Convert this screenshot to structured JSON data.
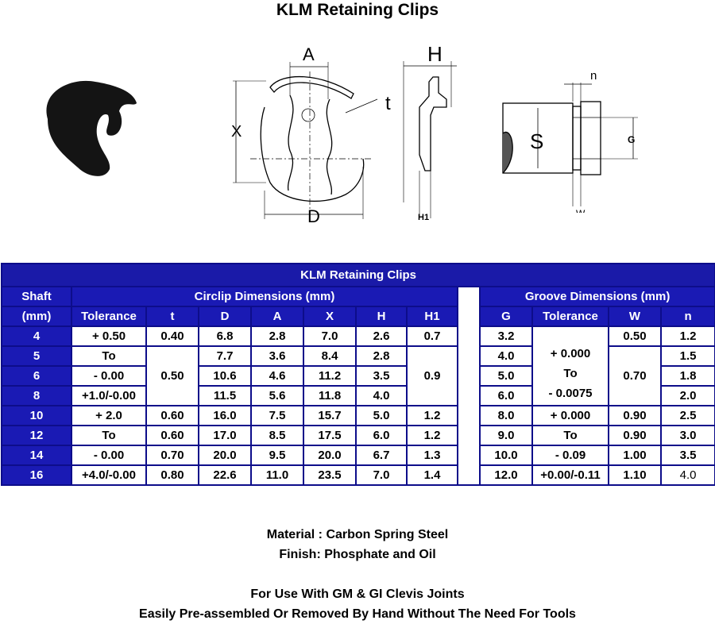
{
  "page_title": "KLM Retaining Clips",
  "diagram_labels": {
    "A": "A",
    "X": "X",
    "D": "D",
    "t": "t",
    "H": "H",
    "H1": "H1",
    "n": "n",
    "S": "S",
    "G": "G",
    "W": "W"
  },
  "table": {
    "banner": "KLM Retaining Clips",
    "shaft_header": [
      "Shaft",
      "(mm)"
    ],
    "circlip_header": "Circlip Dimensions (mm)",
    "groove_header": "Groove Dimensions (mm)",
    "columns": {
      "tolerance": "Tolerance",
      "t": "t",
      "D": "D",
      "A": "A",
      "X": "X",
      "H": "H",
      "H1": "H1",
      "G": "G",
      "groove_tolerance": "Tolerance",
      "W": "W",
      "n": "n"
    },
    "shaft": [
      "4",
      "5",
      "6",
      "8",
      "10",
      "12",
      "14",
      "16"
    ],
    "tolerance_a": [
      "+ 0.50",
      "To",
      "- 0.00",
      "+1.0/-0.00"
    ],
    "tolerance_b": [
      "+ 2.0",
      "To",
      "- 0.00",
      "+4.0/-0.00"
    ],
    "t_first": "0.40",
    "t_merged": "0.50",
    "t_rest": [
      "0.60",
      "0.60",
      "0.70",
      "0.80"
    ],
    "D": [
      "6.8",
      "7.7",
      "10.6",
      "11.5",
      "16.0",
      "17.0",
      "20.0",
      "22.6"
    ],
    "A": [
      "2.8",
      "3.6",
      "4.6",
      "5.6",
      "7.5",
      "8.5",
      "9.5",
      "11.0"
    ],
    "X": [
      "7.0",
      "8.4",
      "11.2",
      "11.8",
      "15.7",
      "17.5",
      "20.0",
      "23.5"
    ],
    "H": [
      "2.6",
      "2.8",
      "3.5",
      "4.0",
      "5.0",
      "6.0",
      "6.7",
      "7.0"
    ],
    "H1_first": "0.7",
    "H1_merged": "0.9",
    "H1_rest": [
      "1.2",
      "1.2",
      "1.3",
      "1.4"
    ],
    "G": [
      "3.2",
      "4.0",
      "5.0",
      "6.0",
      "8.0",
      "9.0",
      "10.0",
      "12.0"
    ],
    "groove_tol_a": [
      "+ 0.000",
      "To",
      "- 0.0075"
    ],
    "groove_tol_b": [
      "+ 0.000",
      "To",
      "- 0.09",
      "+0.00/-0.11"
    ],
    "W_first": "0.50",
    "W_merged": "0.70",
    "W_rest": [
      "0.90",
      "0.90",
      "1.00",
      "1.10"
    ],
    "n": [
      "1.2",
      "1.5",
      "1.8",
      "2.0",
      "2.5",
      "3.0",
      "3.5",
      "4.0"
    ]
  },
  "notes": {
    "material": "Material : Carbon Spring Steel",
    "finish": "Finish: Phosphate and Oil",
    "use": "For Use With GM & GI Clevis Joints",
    "assembly": "Easily Pre-assembled Or Removed By Hand Without The Need For Tools"
  },
  "colors": {
    "table_blue": "#1a1ab4",
    "table_border": "#0d0d8a"
  }
}
